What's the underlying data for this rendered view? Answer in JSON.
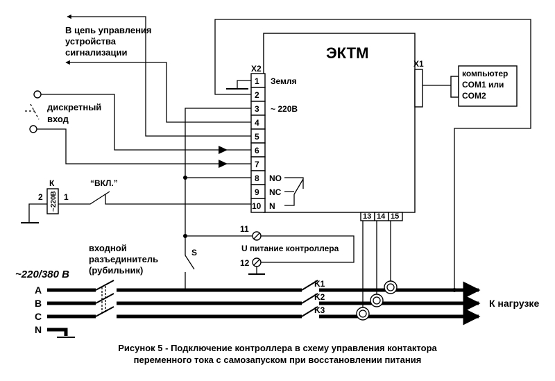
{
  "controller": {
    "name": "ЭКТМ",
    "x1": "X1",
    "x2": "X2"
  },
  "terminals": {
    "t1": "1",
    "t2": "2",
    "t3": "3",
    "t4": "4",
    "t5": "5",
    "t6": "6",
    "t7": "7",
    "t8": "8",
    "t9": "9",
    "t10": "10",
    "t11": "11",
    "t12": "12",
    "t13": "13",
    "t14": "14",
    "t15": "15"
  },
  "terminal_labels": {
    "ground": "Земля",
    "ac220": "~ 220В",
    "no": "NO",
    "nc": "NC",
    "n": "N"
  },
  "computer": {
    "line1": "компьютер",
    "line2": "COM1 или",
    "line3": "COM2"
  },
  "alarm": {
    "line1": "В цепь управления",
    "line2": "устройства",
    "line3": "сигнализации"
  },
  "discrete": {
    "line1": "дискретный",
    "line2": "вход"
  },
  "relay": {
    "label": "К",
    "rating": "~220В",
    "pin2": "2",
    "pin1": "1"
  },
  "switch_on": "“ВКЛ.”",
  "power_label": "U питание контроллера",
  "switch_s": "S",
  "disconnector": {
    "line1": "входной",
    "line2": "разъединитель",
    "line3": "(рубильник)"
  },
  "mains": "~220/380 В",
  "phases": {
    "a": "A",
    "b": "B",
    "c": "C",
    "n": "N"
  },
  "contacts": {
    "k1": "K1",
    "k2": "K2",
    "k3": "K3"
  },
  "load": "К нагрузке",
  "caption": {
    "line1": "Рисунок 5 - Подключение контроллера в схему управления контактора",
    "line2": "переменного тока с самозапуском при восстановлении питания"
  }
}
